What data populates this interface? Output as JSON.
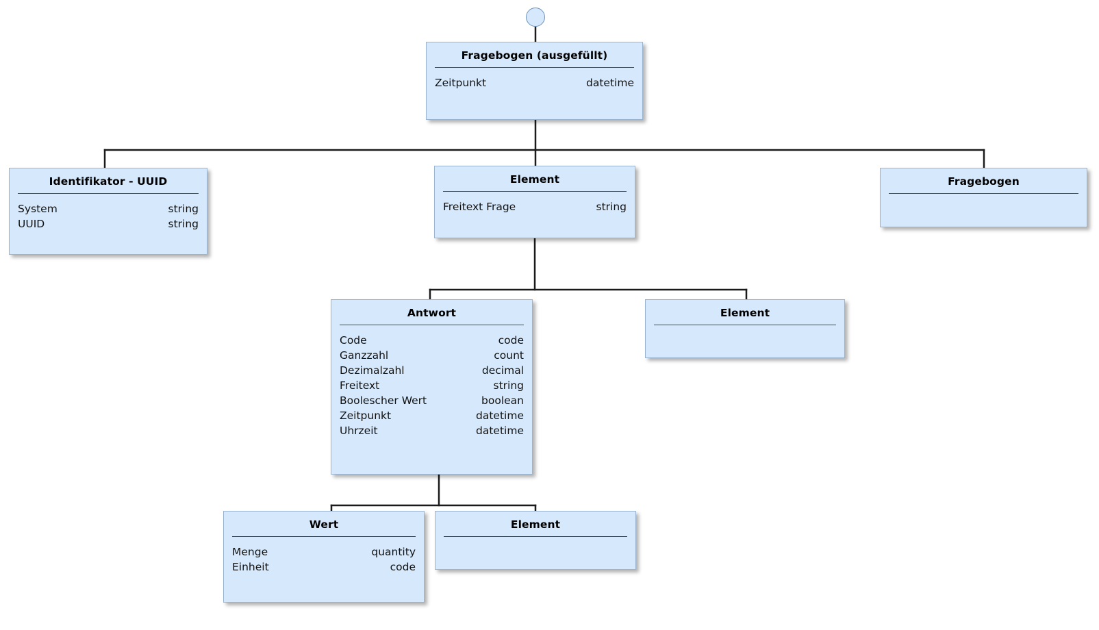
{
  "diagram": {
    "type": "uml-class-hierarchy",
    "language": "de",
    "background_color": "#ffffff",
    "box_fill_color": "#d6e8fb",
    "box_border_color": "#9ab4cf",
    "connector_color": "#1a1a1a",
    "start_node": {
      "name": "start-node",
      "shape": "circle",
      "fill": "#d6e8fb",
      "border": "#6e93b8"
    },
    "nodes": [
      {
        "id": "fragebogen-ausgefuellt",
        "title": "Fragebogen (ausgefüllt)",
        "attributes": [
          {
            "name": "Zeitpunkt",
            "type": "datetime"
          }
        ]
      },
      {
        "id": "identifikator-uuid",
        "title": "Identifikator - UUID",
        "attributes": [
          {
            "name": "System",
            "type": "string"
          },
          {
            "name": "UUID",
            "type": "string"
          }
        ]
      },
      {
        "id": "element-level1",
        "title": "Element",
        "attributes": [
          {
            "name": "Freitext Frage",
            "type": "string"
          }
        ]
      },
      {
        "id": "fragebogen",
        "title": "Fragebogen",
        "attributes": []
      },
      {
        "id": "antwort",
        "title": "Antwort",
        "attributes": [
          {
            "name": "Code",
            "type": "code"
          },
          {
            "name": "Ganzzahl",
            "type": "count"
          },
          {
            "name": "Dezimalzahl",
            "type": "decimal"
          },
          {
            "name": "Freitext",
            "type": "string"
          },
          {
            "name": "Boolescher Wert",
            "type": "boolean"
          },
          {
            "name": "Zeitpunkt",
            "type": "datetime"
          },
          {
            "name": "Uhrzeit",
            "type": "datetime"
          }
        ]
      },
      {
        "id": "element-level2",
        "title": "Element",
        "attributes": []
      },
      {
        "id": "wert",
        "title": "Wert",
        "attributes": [
          {
            "name": "Menge",
            "type": "quantity"
          },
          {
            "name": "Einheit",
            "type": "code"
          }
        ]
      },
      {
        "id": "element-level3",
        "title": "Element",
        "attributes": []
      }
    ]
  }
}
